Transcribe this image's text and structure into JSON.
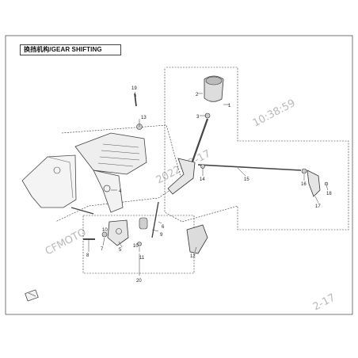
{
  "title": "换挡机构/GEAR SHIFTING",
  "watermark": {
    "left_text": "CFMOTO",
    "mid_text": "2022-02-17",
    "time_text": "10:38:59",
    "bottom_text": "2-17"
  },
  "callouts": {
    "c1": "1",
    "c2": "2",
    "c3": "3",
    "c4": "4",
    "c5": "5",
    "c6": "6",
    "c7": "7",
    "c8": "8",
    "c9": "9",
    "c10a": "10",
    "c10b": "10",
    "c11": "11",
    "c12": "12",
    "c13": "13",
    "c14": "14",
    "c15": "15",
    "c16": "16",
    "c17": "17",
    "c18": "18",
    "c19": "19",
    "c20": "20"
  },
  "colors": {
    "line": "#333333",
    "part": "#555555",
    "watermark": "#b9b9b9"
  }
}
